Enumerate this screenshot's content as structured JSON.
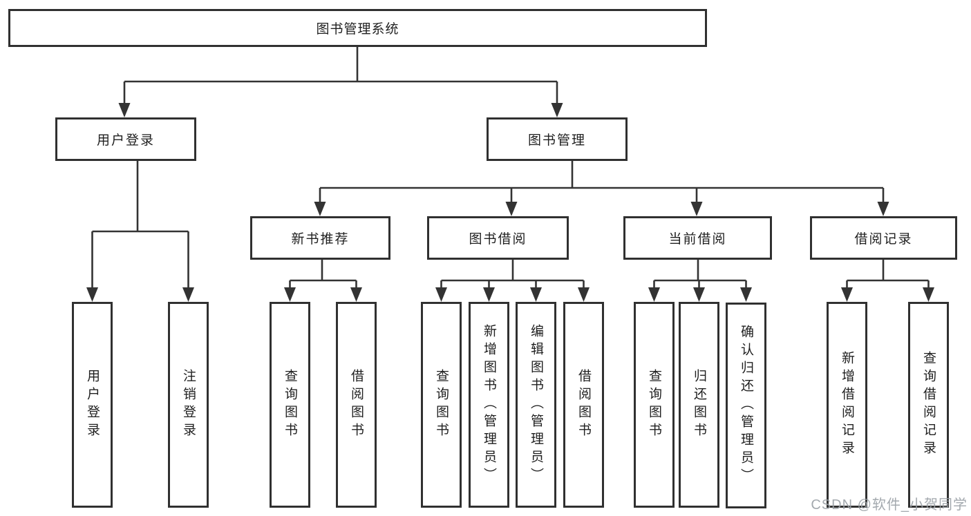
{
  "nodes": {
    "root": "图书管理系统",
    "user_login": "用户登录",
    "book_mgmt": "图书管理",
    "new_books": "新书推荐",
    "book_borrow": "图书借阅",
    "current_borrow": "当前借阅",
    "borrow_records": "借阅记录",
    "leaf_user_login": "用户登录",
    "leaf_logout": "注销登录",
    "leaf_nb_query": "查询图书",
    "leaf_nb_borrow": "借阅图书",
    "leaf_bb_query": "查询图书",
    "leaf_bb_add": "新增图书（管理员）",
    "leaf_bb_edit": "编辑图书（管理员）",
    "leaf_bb_borrow": "借阅图书",
    "leaf_cb_query": "查询图书",
    "leaf_cb_return": "归还图书",
    "leaf_cb_confirm": "确认归还（管理员）",
    "leaf_br_add": "新增借阅记录",
    "leaf_br_query": "查询借阅记录"
  },
  "watermark": "CSDN @软件_小贺同学",
  "colors": {
    "line": "#333333",
    "border": "#303030",
    "text": "#1f1f1f",
    "watermark": "#9aa0a6",
    "background": "#ffffff"
  }
}
